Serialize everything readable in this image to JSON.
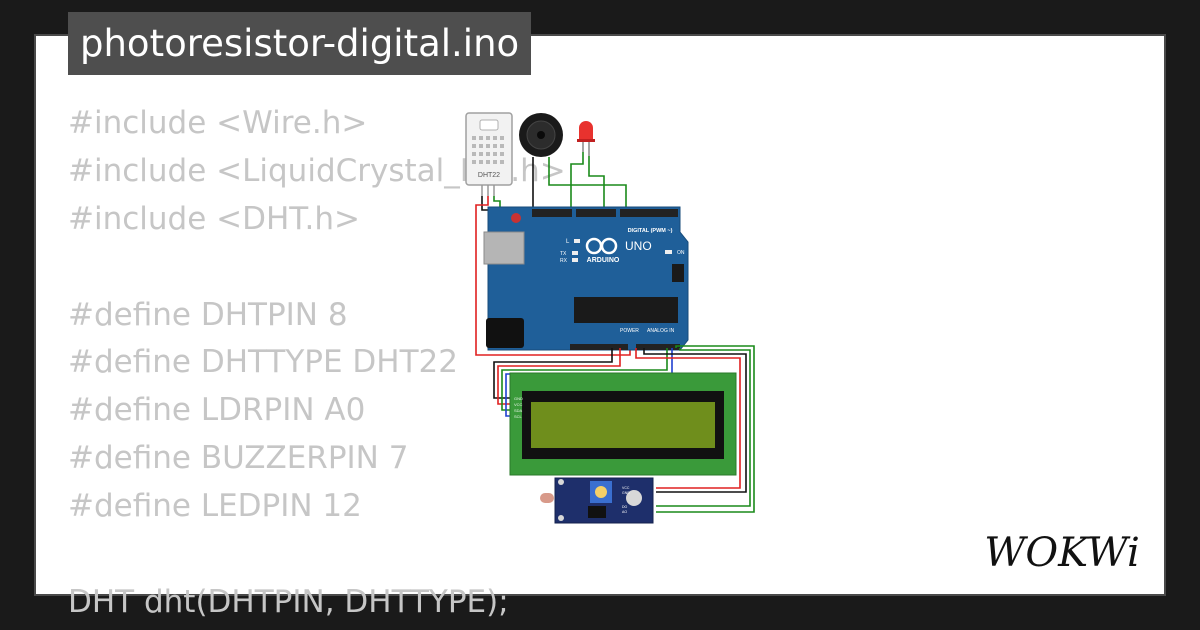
{
  "title": "photoresistor-digital.ino",
  "code_lines": [
    "#include <Wire.h>",
    "#include <LiquidCrystal_I2C.h>",
    "#include <DHT.h>",
    "",
    "#define DHTPIN 8",
    "#define DHTTYPE DHT22",
    "#define LDRPIN A0",
    "#define BUZZERPIN 7",
    "#define LEDPIN 12",
    "",
    "DHT dht(DHTPIN, DHTTYPE);"
  ],
  "circuit": {
    "dht_label": "DHT22",
    "board_brand": "ARDUINO",
    "board_model": "UNO",
    "digital_label": "DIGITAL (PWM ~)",
    "power_label": "POWER",
    "analog_label": "ANALOG IN",
    "on_label": "ON",
    "led_l": "L",
    "led_tx": "TX",
    "led_rx": "RX",
    "lcd_pins": [
      "GND",
      "VCC",
      "SDA",
      "SCL"
    ],
    "ldr_pins": [
      "VCC",
      "GND",
      "DO",
      "AO"
    ]
  },
  "brand": {
    "logo_text": "WOKWi"
  },
  "colors": {
    "page_background": "#1a1a1a",
    "card_background": "#ffffff",
    "title_background": "#4e4e4e",
    "code_text": "#c6c6c6",
    "arduino_blue": "#1f5f99",
    "lcd_green": "#3a9a3a",
    "lcd_screen": "#6f8e1c",
    "wire_red": "#e02020",
    "wire_green": "#1a8a1a",
    "wire_blue": "#2040d0",
    "wire_black": "#111111"
  }
}
